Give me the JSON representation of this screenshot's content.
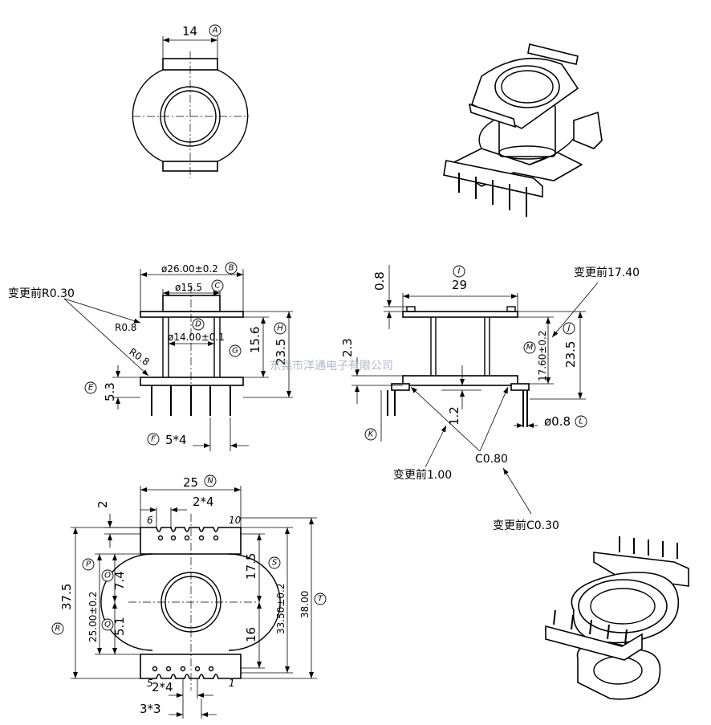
{
  "top_view": {
    "dim_width": "14",
    "tag_width": "A"
  },
  "front_view": {
    "dim_outer": "ø26.00±0.2",
    "tag_outer": "B",
    "dim_mid": "ø15.5",
    "tag_mid": "C",
    "dim_inner": "ø14.00±0.1",
    "tag_inner": "D",
    "radius_1": "R0.8",
    "radius_2": "R0.8",
    "dim_height_body": "15.6",
    "tag_height_body": "G",
    "dim_height_total": "23.5",
    "tag_height_total": "H",
    "dim_base": "5.3",
    "tag_base": "E",
    "dim_pitch": "5*4",
    "tag_pitch": "F",
    "note_radius": "变更前R0.30"
  },
  "side_view": {
    "dim_top_flange": "0.8",
    "dim_width": "29",
    "tag_width": "I",
    "dim_2_3": "2.3",
    "dim_17_60": "17.60±0.2",
    "tag_17_60": "M",
    "dim_23_5": "23.5",
    "tag_23_5": "J",
    "dim_1_2": "1.2",
    "tag_k": "K",
    "dim_pin_dia": "ø0.8",
    "tag_pin_dia": "L",
    "chamfer": "C0.80",
    "note_17_40": "变更前17.40",
    "note_1_00": "变更前1.00",
    "note_c0_30": "变更前C0.30"
  },
  "bottom_view": {
    "dim_25": "25",
    "tag_25": "N",
    "dim_2x4_top": "2*4",
    "dim_2": "2",
    "pin_6": "6",
    "pin_10": "10",
    "pin_5": "5",
    "pin_1": "1",
    "dim_37_5": "37.5",
    "tag_37_5": "R",
    "dim_25_00": "25.00±0.2",
    "tag_25_00": "P",
    "dim_7_4": "7.4",
    "tag_7_4": "O",
    "dim_5_1": "5.1",
    "tag_5_1": "Q",
    "dim_17_5": "17.5",
    "dim_16": "16",
    "dim_33_50": "33.50±0.2",
    "tag_33_50": "S",
    "dim_38_00": "38.00",
    "tag_38_00": "T",
    "dim_2x4_bottom": "2*4",
    "dim_3x3": "3*3"
  },
  "watermark": "东莞市洋通电子有限公司"
}
